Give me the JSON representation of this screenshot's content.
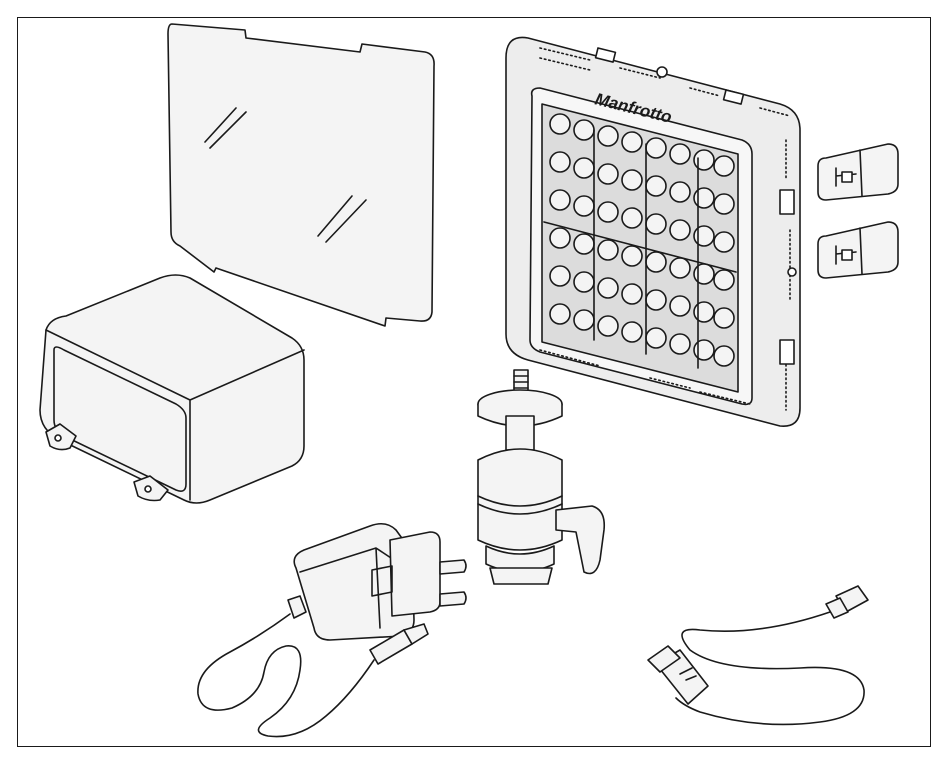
{
  "figure": {
    "brand_logo_text": "Manfrotto",
    "colors": {
      "ink": "#1a1a1a",
      "panel": "#f2f2f2",
      "led_face": "#d9d9d9",
      "background": "#ffffff"
    },
    "items": [
      {
        "name": "diffuser-filter-panel"
      },
      {
        "name": "soft-pouch-case"
      },
      {
        "name": "led-light-panel"
      },
      {
        "name": "mounting-clips"
      },
      {
        "name": "mini-ball-head"
      },
      {
        "name": "ac-power-adapter"
      },
      {
        "name": "usb-cable"
      }
    ]
  }
}
